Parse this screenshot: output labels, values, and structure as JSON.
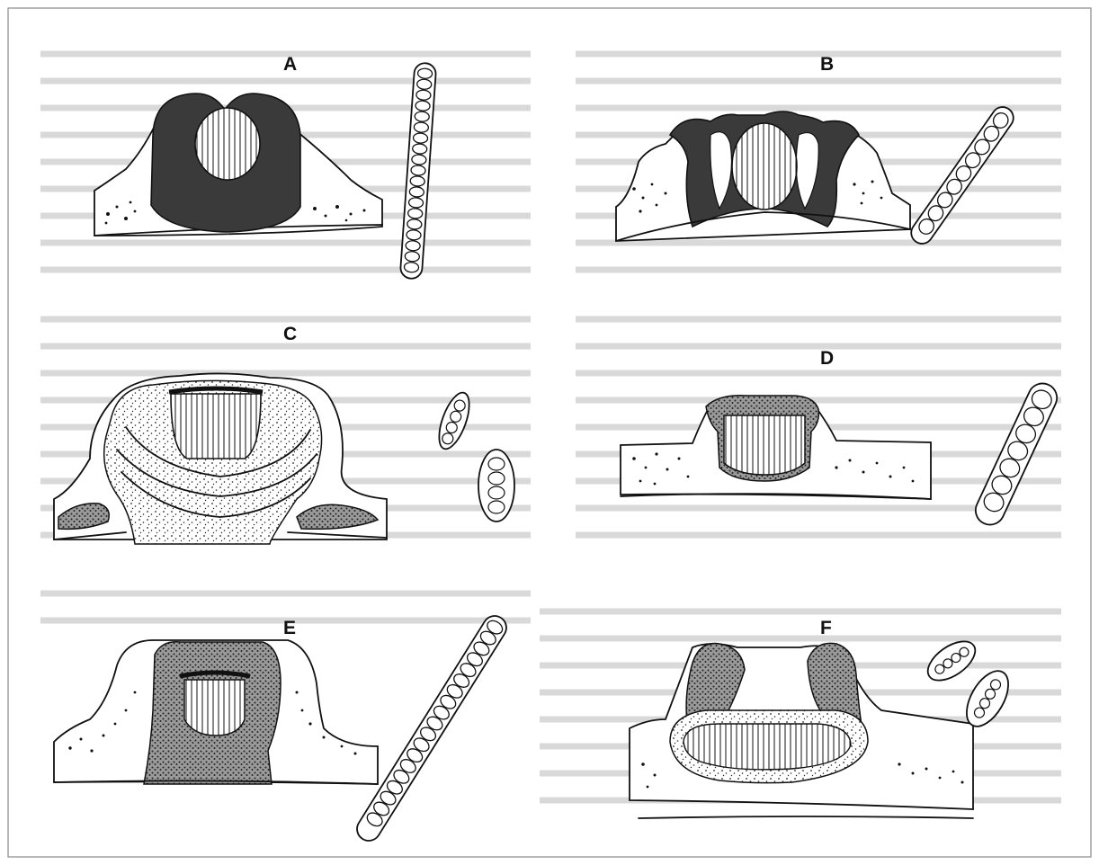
{
  "figure": {
    "panels": [
      {
        "id": "A",
        "label": "A"
      },
      {
        "id": "B",
        "label": "B"
      },
      {
        "id": "C",
        "label": "C"
      },
      {
        "id": "D",
        "label": "D"
      },
      {
        "id": "E",
        "label": "E"
      },
      {
        "id": "F",
        "label": "F"
      }
    ]
  }
}
